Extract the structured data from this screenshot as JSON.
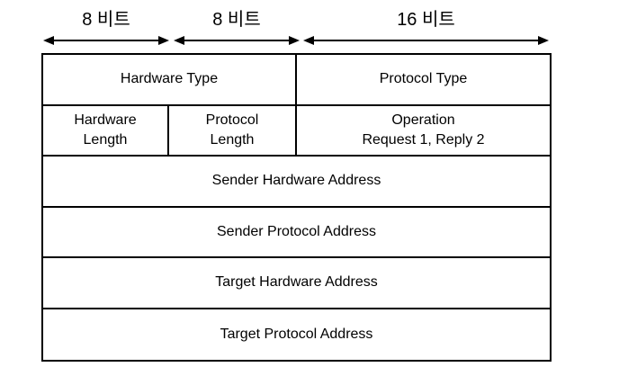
{
  "bit_ruler": {
    "segments": [
      {
        "label": "8 비트"
      },
      {
        "label": "8 비트"
      },
      {
        "label": "16 비트"
      }
    ]
  },
  "packet_fields": {
    "hardware_type": "Hardware Type",
    "protocol_type": "Protocol Type",
    "hardware_length": "Hardware\nLength",
    "protocol_length": "Protocol\nLength",
    "operation": "Operation\nRequest 1, Reply 2",
    "sender_hardware_address": "Sender Hardware Address",
    "sender_protocol_address": "Sender Protocol Address",
    "target_hardware_address": "Target Hardware Address",
    "target_protocol_address": "Target Protocol Address"
  },
  "colors": {
    "line": "#000000",
    "text": "#000000",
    "background": "#ffffff"
  }
}
